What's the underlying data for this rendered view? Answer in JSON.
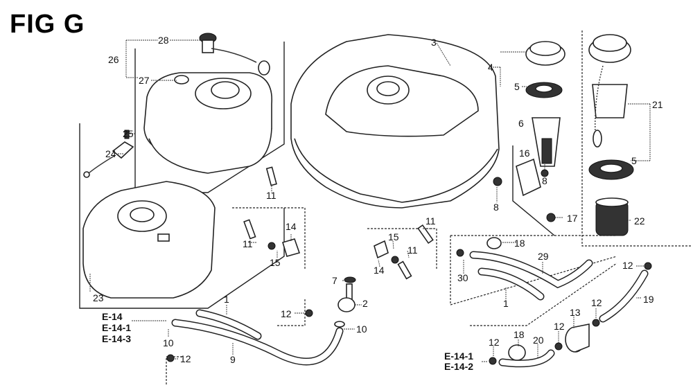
{
  "title": "FIG G",
  "labels": [
    "28",
    "26",
    "27",
    "3",
    "4",
    "5",
    "6",
    "21",
    "25",
    "24",
    "16",
    "8",
    "8",
    "11",
    "14",
    "11",
    "15",
    "11",
    "17",
    "5",
    "22",
    "18",
    "15",
    "11",
    "14",
    "30",
    "29",
    "1",
    "7",
    "2",
    "12",
    "1",
    "10",
    "10",
    "9",
    "12",
    "23",
    "12",
    "19",
    "13",
    "12",
    "12",
    "18",
    "20",
    "12"
  ],
  "ecodes_left": [
    "E-14",
    "E-14-1",
    "E-14-3"
  ],
  "ecodes_right": [
    "E-14-1",
    "E-14-2"
  ]
}
